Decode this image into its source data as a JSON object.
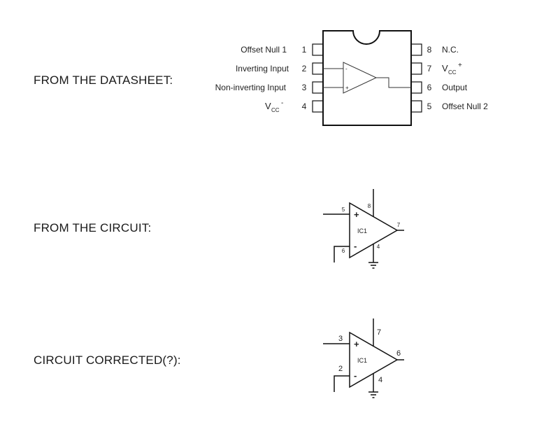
{
  "sections": {
    "datasheet": "FROM THE DATASHEET:",
    "circuit": "FROM THE CIRCUIT:",
    "corrected": "CIRCUIT CORRECTED(?):"
  },
  "package": {
    "left_pins": [
      {
        "num": "1",
        "name": "Offset Null 1"
      },
      {
        "num": "2",
        "name": "Inverting Input"
      },
      {
        "num": "3",
        "name": "Non-inverting Input"
      },
      {
        "num": "4",
        "name": "V",
        "sub": "CC",
        "sup": "-"
      }
    ],
    "right_pins": [
      {
        "num": "8",
        "name": "N.C."
      },
      {
        "num": "7",
        "name": "V",
        "sub": "CC",
        "sup": "+"
      },
      {
        "num": "6",
        "name": "Output"
      },
      {
        "num": "5",
        "name": "Offset Null 2"
      }
    ],
    "opamp_minus": "-",
    "opamp_plus": "+"
  },
  "circuit": {
    "ic_label": "IC1",
    "plus": "+",
    "minus": "-",
    "pin_plus": "5",
    "pin_minus": "6",
    "pin_vcc": "8",
    "pin_out": "7",
    "pin_gnd": "4"
  },
  "corrected": {
    "ic_label": "IC1",
    "plus": "+",
    "minus": "-",
    "pin_plus": "3",
    "pin_minus": "2",
    "pin_vcc": "7",
    "pin_out": "6",
    "pin_gnd": "4"
  }
}
